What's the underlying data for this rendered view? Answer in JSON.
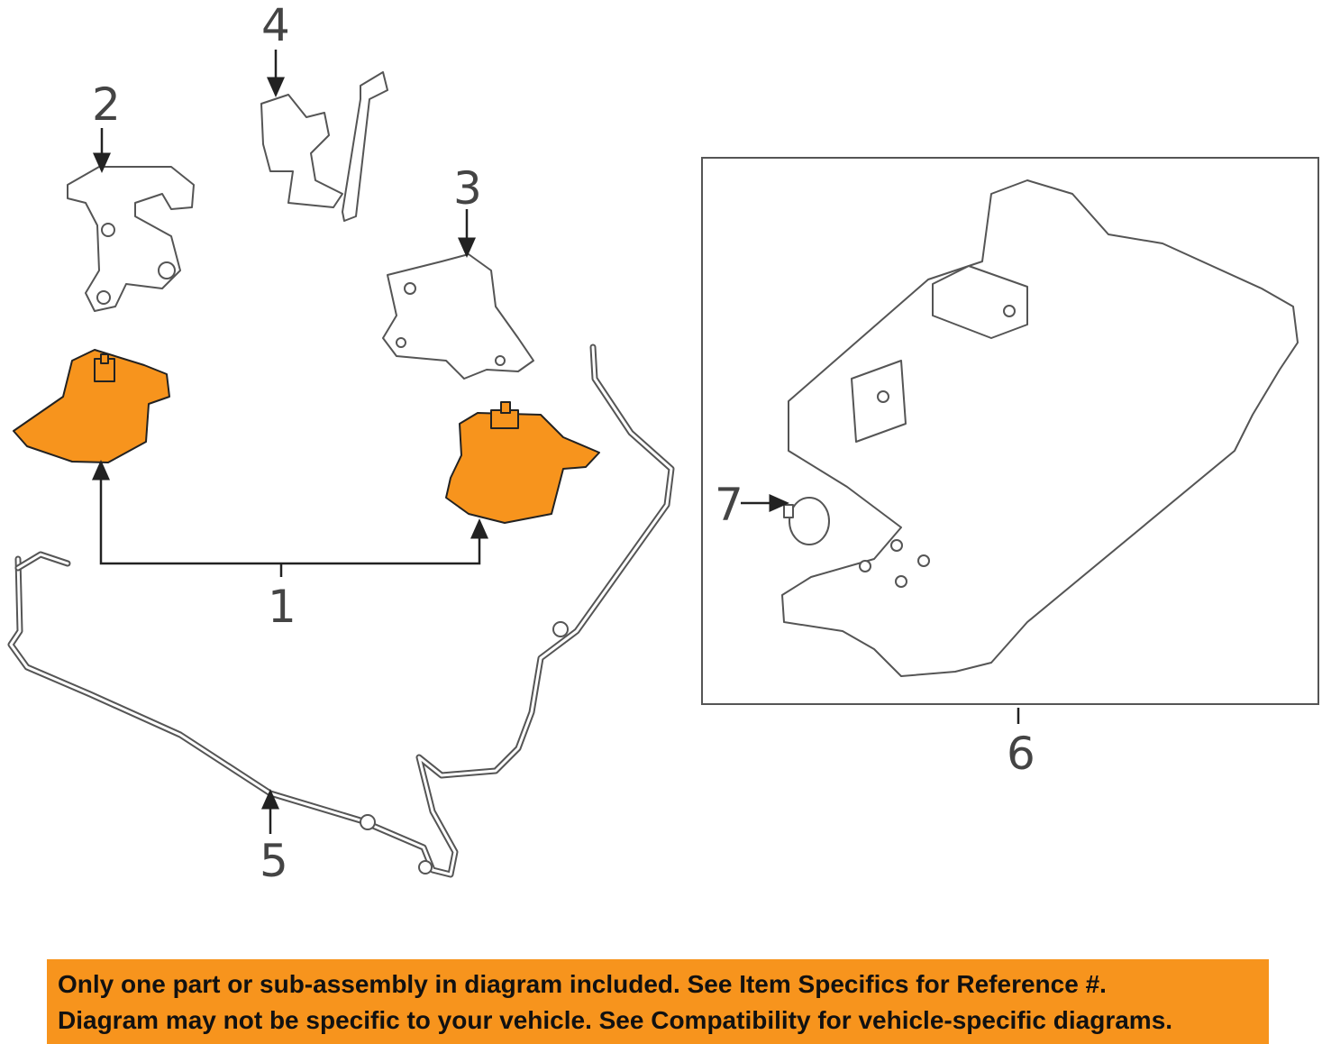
{
  "callouts": {
    "c1": "1",
    "c2": "2",
    "c3": "3",
    "c4": "4",
    "c5": "5",
    "c6": "6",
    "c7": "7"
  },
  "banner": {
    "line1": "Only one part or sub-assembly in diagram included. See Item Specifics for Reference #.",
    "line2": "Diagram may not be specific to your vehicle. See Compatibility for vehicle-specific diagrams."
  },
  "colors": {
    "highlight": "#f7941d",
    "line": "#555555"
  }
}
